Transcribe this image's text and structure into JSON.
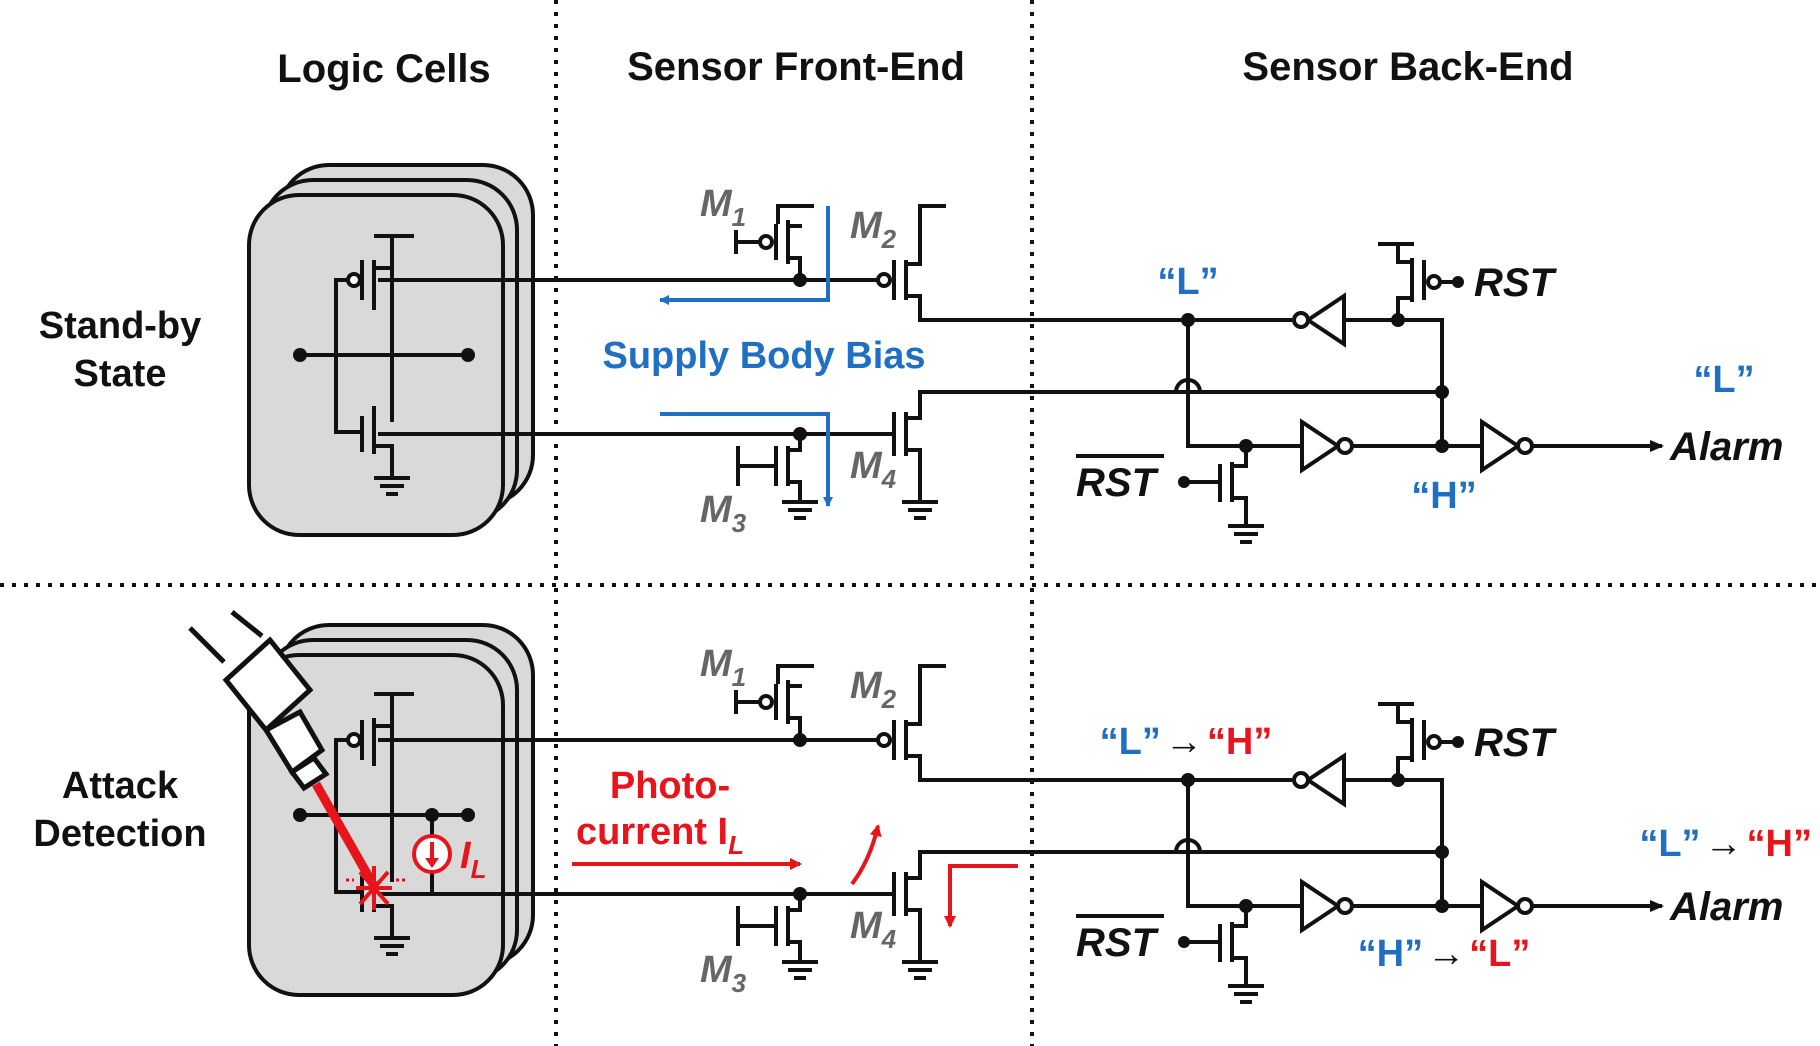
{
  "headers": {
    "logic_cells": "Logic Cells",
    "front_end": "Sensor Front-End",
    "back_end": "Sensor Back-End"
  },
  "rows": {
    "standby_line1": "Stand-by",
    "standby_line2": "State",
    "attack_line1": "Attack",
    "attack_line2": "Detection"
  },
  "transistors": {
    "m1": "M",
    "m1_sub": "1",
    "m2": "M",
    "m2_sub": "2",
    "m3": "M",
    "m3_sub": "3",
    "m4": "M",
    "m4_sub": "4"
  },
  "standby": {
    "bias_label": "Supply Body Bias",
    "node_top": "“L”",
    "node_bottom": "“H”",
    "alarm_level": "“L”",
    "rst": "RST",
    "rst_bar": "RST",
    "alarm": "Alarm"
  },
  "attack": {
    "photo_line1": "Photo-",
    "photo_line2": "current I",
    "photo_sub": "L",
    "il_label": "I",
    "il_sub": "L",
    "node_top_from": "“L”",
    "node_top_arrow": "→",
    "node_top_to": "“H”",
    "node_bottom_from": "“H”",
    "node_bottom_arrow": "→",
    "node_bottom_to": "“L”",
    "alarm_from": "“L”",
    "alarm_arrow": "→",
    "alarm_to": "“H”",
    "rst": "RST",
    "rst_bar": "RST",
    "alarm": "Alarm"
  },
  "colors": {
    "blue": "#1f6fc2",
    "red": "#e8141c",
    "gray_fill": "#d9d9d9",
    "label_gray": "#666666"
  }
}
